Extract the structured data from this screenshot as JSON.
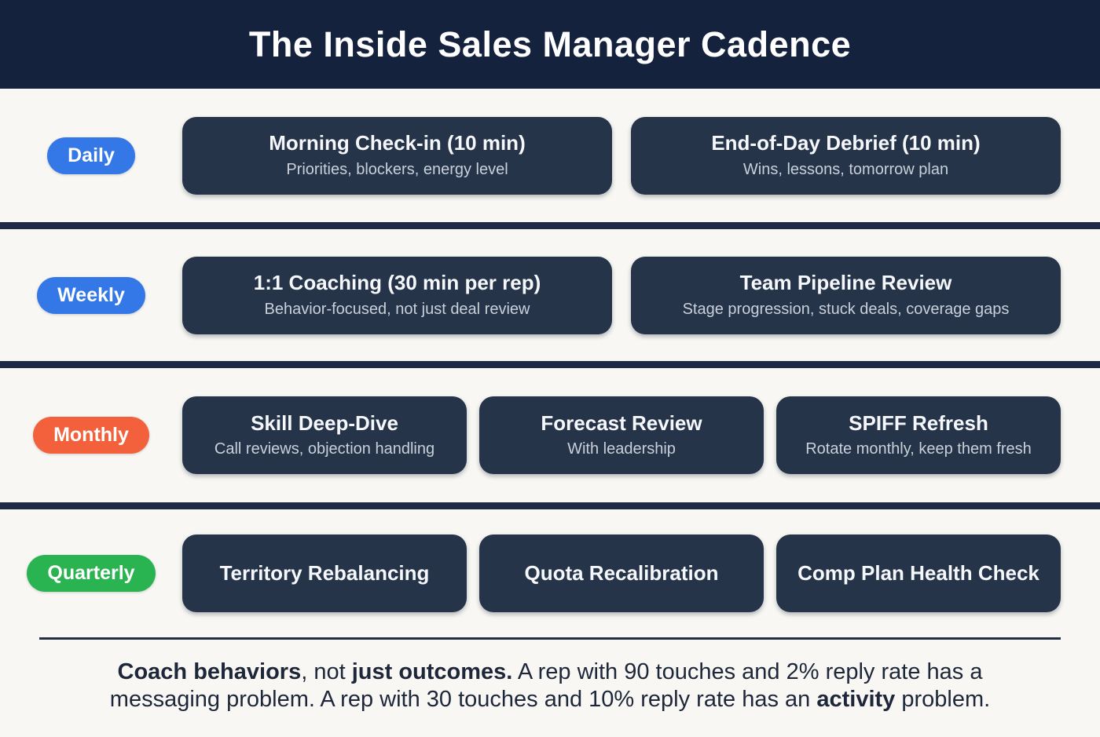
{
  "header": {
    "title": "The Inside Sales Manager Cadence"
  },
  "colors": {
    "header_bg": "#15223d",
    "card_bg": "#253449",
    "daily_badge": "#3478e8",
    "weekly_badge": "#3478e8",
    "monthly_badge": "#f2613c",
    "quarterly_badge": "#2ab351",
    "separator": "#1c2a45",
    "page_bg": "#f8f7f4"
  },
  "rows": [
    {
      "label": "Daily",
      "color": "#3478e8",
      "cards": [
        {
          "title": "Morning Check-in (10 min)",
          "subtitle": "Priorities, blockers, energy level"
        },
        {
          "title": "End-of-Day Debrief (10 min)",
          "subtitle": "Wins, lessons, tomorrow plan"
        }
      ]
    },
    {
      "label": "Weekly",
      "color": "#3478e8",
      "cards": [
        {
          "title": "1:1 Coaching (30 min per rep)",
          "subtitle": "Behavior-focused, not just deal review"
        },
        {
          "title": "Team Pipeline Review",
          "subtitle": "Stage progression, stuck deals, coverage gaps"
        }
      ]
    },
    {
      "label": "Monthly",
      "color": "#f2613c",
      "cards": [
        {
          "title": "Skill Deep-Dive",
          "subtitle": "Call reviews, objection handling"
        },
        {
          "title": "Forecast Review",
          "subtitle": "With leadership"
        },
        {
          "title": "SPIFF Refresh",
          "subtitle": "Rotate monthly, keep them fresh"
        }
      ]
    },
    {
      "label": "Quarterly",
      "color": "#2ab351",
      "cards": [
        {
          "title": "Territory Rebalancing",
          "subtitle": ""
        },
        {
          "title": "Quota Recalibration",
          "subtitle": ""
        },
        {
          "title": "Comp Plan Health Check",
          "subtitle": ""
        }
      ]
    }
  ],
  "footer": {
    "segments": [
      {
        "text": "Coach behaviors",
        "bold": true
      },
      {
        "text": ", not ",
        "bold": false
      },
      {
        "text": "just outcomes.",
        "bold": true
      },
      {
        "text": " A rep with 90 touches and 2% reply rate has a messaging problem. A rep with 30 touches and 10% reply rate has an ",
        "bold": false
      },
      {
        "text": "activity",
        "bold": true
      },
      {
        "text": " problem.",
        "bold": false
      }
    ]
  }
}
